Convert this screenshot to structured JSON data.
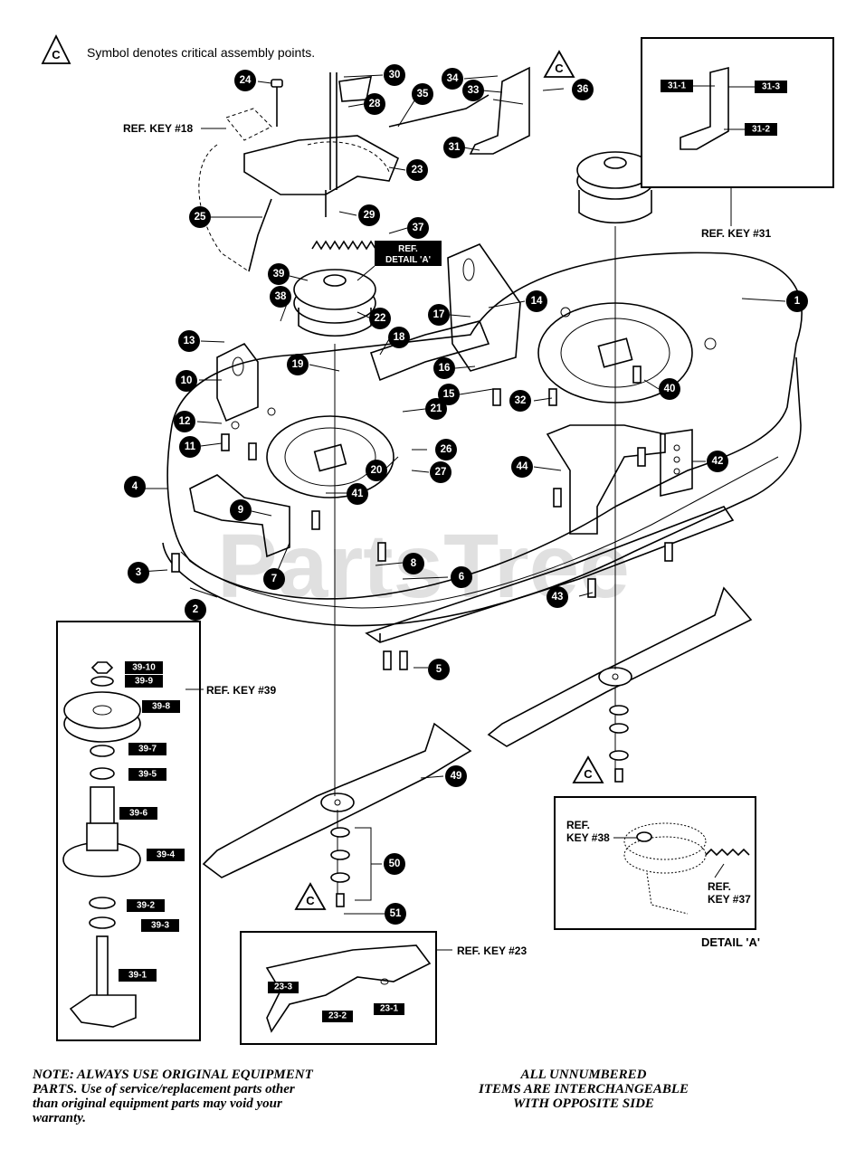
{
  "legend": {
    "symbol": "C",
    "text": "Symbol denotes critical assembly points."
  },
  "watermark": "PartsTree",
  "callouts": [
    "1",
    "2",
    "3",
    "4",
    "5",
    "6",
    "7",
    "8",
    "9",
    "10",
    "11",
    "12",
    "13",
    "14",
    "15",
    "16",
    "17",
    "18",
    "19",
    "20",
    "21",
    "22",
    "23",
    "24",
    "25",
    "26",
    "27",
    "28",
    "29",
    "30",
    "31",
    "32",
    "33",
    "34",
    "35",
    "36",
    "37",
    "38",
    "39",
    "40",
    "41",
    "42",
    "43",
    "44",
    "49",
    "50",
    "51"
  ],
  "critical_symbol": "C",
  "ref_labels": {
    "ref18": "REF. KEY #18",
    "ref31": "REF. KEY #31",
    "ref39": "REF. KEY #39",
    "ref23": "REF. KEY #23",
    "ref_detail_a_line1": "REF.",
    "ref_detail_a_line2": "DETAIL 'A'",
    "detail_a_ref38_line1": "REF.",
    "detail_a_ref38_line2": "KEY #38",
    "detail_a_ref37_line1": "REF.",
    "detail_a_ref37_line2": "KEY #37",
    "detail_a_title": "DETAIL 'A'"
  },
  "subparts": {
    "p31": [
      "31-1",
      "31-3",
      "31-2"
    ],
    "p39": [
      "39-10",
      "39-9",
      "39-8",
      "39-7",
      "39-5",
      "39-6",
      "39-4",
      "39-2",
      "39-3",
      "39-1"
    ],
    "p23": [
      "23-3",
      "23-1",
      "23-2"
    ]
  },
  "notes": {
    "left_line1": "NOTE: ALWAYS USE ORIGINAL EQUIPMENT",
    "left_line2": "PARTS. Use of service/replacement parts other",
    "left_line3": "than original equipment parts may void your",
    "left_line4": "warranty.",
    "right_line1": "ALL UNNUMBERED",
    "right_line2": "ITEMS ARE INTERCHANGEABLE",
    "right_line3": "WITH OPPOSITE SIDE"
  }
}
